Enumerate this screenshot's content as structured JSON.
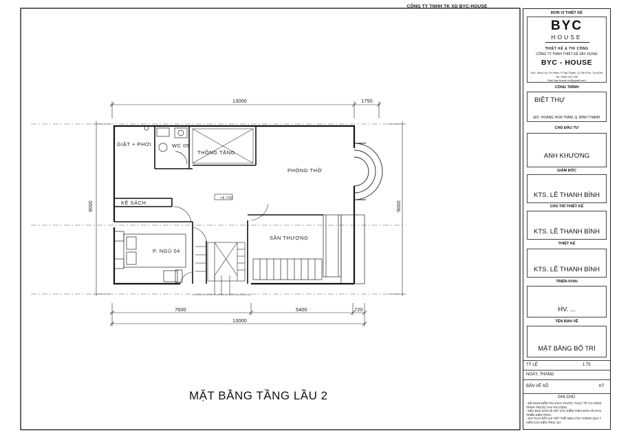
{
  "drawing": {
    "company_top": "CÔNG TY TNHH TK XD BYC-HOUSE",
    "plan_title": "MẶT BẰNG TẦNG LẦU 2",
    "dimensions": {
      "top_total": "13000",
      "top_right": "1750",
      "bottom_left": "7600",
      "bottom_mid": "5400",
      "bottom_right": "720",
      "bottom_total": "13000",
      "left_side": "9000",
      "right_side": "9000"
    },
    "rooms": {
      "laundry": "GIẶT + PHƠI",
      "wc": "WC 05",
      "void": "THÔNG TẦNG",
      "worship": "PHÒNG THỜ",
      "bookshelf": "KỆ SÁCH",
      "bedroom": "P. NGỦ 04",
      "terrace": "SÂN THƯỢNG",
      "level": "+8.700"
    }
  },
  "title_block": {
    "designer_unit_label": "ĐƠN VỊ THIẾT KẾ",
    "logo_main": "BYC",
    "logo_sub": "HOUSE",
    "logo_tagline": "THIẾT KẾ & THI CÔNG",
    "company_full": "CÔNG TY TNHH THIẾT KẾ XÂY DỰNG",
    "company_name": "BYC - HOUSE",
    "address": "Đ/C: 59A Lưu Chí Hiếu, P.Tây Thạnh, Q.Tân Phú, Tp.HCM",
    "phone": "Tel: 0909 237 099",
    "email": "Mail: byc.house.vn@gmail.com",
    "project_label": "CÔNG TRÌNH",
    "project_name": "BIỆT THỰ",
    "project_address": "Đ/C: HOÀNG HOA THÁM, Q. BÌNH THẠNH",
    "owner_label": "CHỦ ĐẦU TƯ",
    "owner_name": "ANH KHƯƠNG",
    "director_label": "GIÁM ĐỐC",
    "director_name": "KTS. LÊ THANH BÌNH",
    "lead_label": "CHỦ TRÌ THIẾT KẾ",
    "lead_name": "KTS. LÊ THANH BÌNH",
    "design_label": "THIẾT KẾ",
    "design_name": "KTS. LÊ THANH BÌNH",
    "deploy_label": "TRIỂN KHAI",
    "deploy_name": "HV. ...",
    "sheet_label": "TÊN BẢN VẼ",
    "sheet_name": "MẶT BẰNG BỐ TRÍ",
    "scale_label": "TỶ LỆ",
    "scale_value": "1:75",
    "date_label": "NGÀY, THÁNG",
    "sheet_no_label": "BẢN VẼ SỐ",
    "sheet_no_value": "KT",
    "notes_label": "GHI CHÚ",
    "notes": [
      "- ĐỀ NGHỊ KIỂM TRA KÍCH THƯỚC THỰC TẾ TẠI CÔNG TRÌNH TRƯỚC KHI THI CÔNG.",
      "- NẾU ĐỌC BẢN VẼ KẾT CẤU KIỂM THEO BẢN VẼ KHAI TRIỂN KIẾN TRÚC.",
      "- KHI THAY ĐỔI CHI TIẾT THỂ HIỆN CẦN THÔNG QUA Ý KIẾN CỦA KIẾN TRÚC SƯ."
    ]
  }
}
